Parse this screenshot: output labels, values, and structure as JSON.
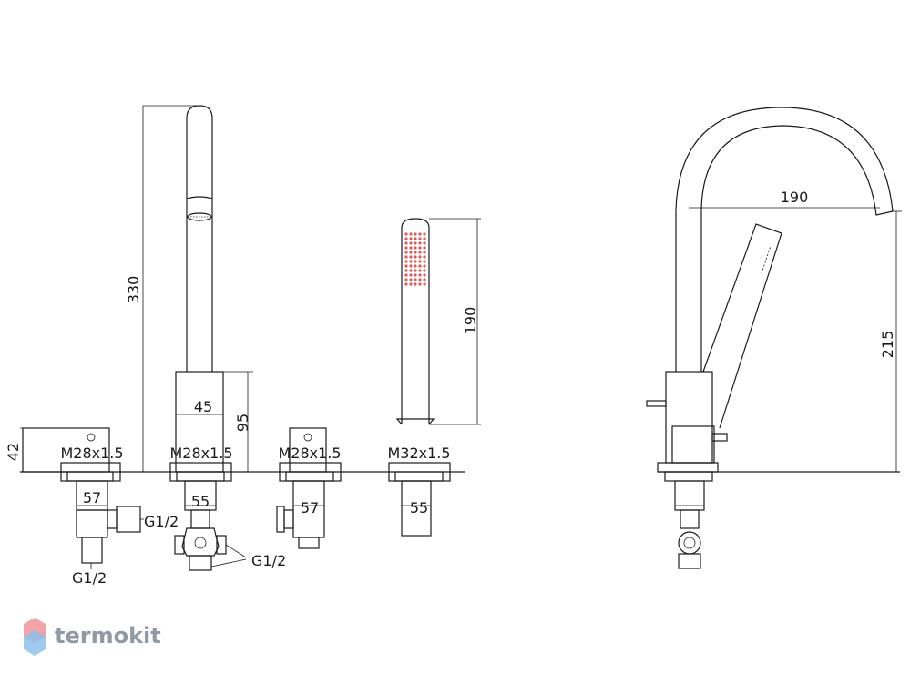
{
  "dimensions": {
    "stand_left_height": "42",
    "spout_height": "330",
    "body_width": "45",
    "body_height": "95",
    "handshower_height": "190",
    "side_spout_reach": "190",
    "side_height": "215",
    "thread_1": "M28x1.5",
    "thread_2": "M28x1.5",
    "thread_3": "M28x1.5",
    "thread_4": "M32x1.5",
    "width_1": "57",
    "width_2": "55",
    "width_3": "57",
    "width_4": "55",
    "inlet_1_side": "G1/2",
    "inlet_1_bottom": "G1/2",
    "inlet_2": "G1/2"
  },
  "watermark": {
    "text": "termokit",
    "colors": [
      "#f2a3a8",
      "#8ec0ea",
      "#b7c2cc"
    ]
  }
}
